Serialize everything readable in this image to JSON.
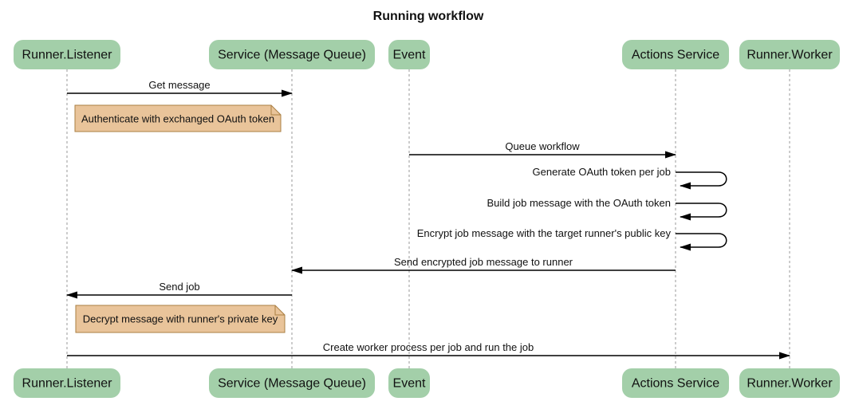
{
  "title": "Running workflow",
  "diagram_type": "sequence-diagram",
  "actors": {
    "runner_listener": "Runner.Listener",
    "service_mq": "Service (Message Queue)",
    "event": "Event",
    "actions_service": "Actions Service",
    "runner_worker": "Runner.Worker"
  },
  "messages": {
    "get_message": {
      "label": "Get message",
      "from": "Runner.Listener",
      "to": "Service (Message Queue)"
    },
    "queue_workflow": {
      "label": "Queue workflow",
      "from": "Event",
      "to": "Actions Service"
    },
    "generate_token": {
      "label": "Generate OAuth token per job",
      "from": "Actions Service",
      "to": "Actions Service"
    },
    "build_job_message": {
      "label": "Build job message with the OAuth token",
      "from": "Actions Service",
      "to": "Actions Service"
    },
    "encrypt_job_message": {
      "label": "Encrypt job message with the target runner's public key",
      "from": "Actions Service",
      "to": "Actions Service"
    },
    "send_encrypted": {
      "label": "Send encrypted job message to runner",
      "from": "Actions Service",
      "to": "Service (Message Queue)"
    },
    "send_job": {
      "label": "Send job",
      "from": "Service (Message Queue)",
      "to": "Runner.Listener"
    },
    "create_worker": {
      "label": "Create worker process per job and run the job",
      "from": "Runner.Listener",
      "to": "Runner.Worker"
    }
  },
  "notes": {
    "authenticate": "Authenticate with exchanged OAuth token",
    "decrypt": "Decrypt message with runner's private key"
  },
  "colors": {
    "actor_fill": "#A3CFA9",
    "note_fill": "#E9C49A",
    "note_border": "#AA7F43",
    "lifeline": "#999999",
    "arrow": "#000000",
    "background": "#FFFFFF"
  }
}
